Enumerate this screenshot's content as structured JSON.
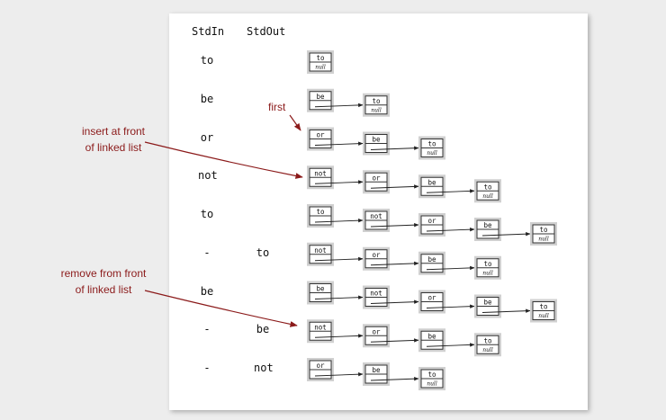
{
  "headers": {
    "stdin": "StdIn",
    "stdout": "StdOut"
  },
  "annotations": {
    "insert": [
      "insert at front",
      "of linked list"
    ],
    "remove": [
      "remove from front",
      "of linked list"
    ],
    "first": "first"
  },
  "null_label": "null",
  "steps": [
    {
      "stdin": "to",
      "stdout": "",
      "list": [
        "to"
      ]
    },
    {
      "stdin": "be",
      "stdout": "",
      "list": [
        "be",
        "to"
      ]
    },
    {
      "stdin": "or",
      "stdout": "",
      "list": [
        "or",
        "be",
        "to"
      ]
    },
    {
      "stdin": "not",
      "stdout": "",
      "list": [
        "not",
        "or",
        "be",
        "to"
      ]
    },
    {
      "stdin": "to",
      "stdout": "",
      "list": [
        "to",
        "not",
        "or",
        "be",
        "to"
      ]
    },
    {
      "stdin": "-",
      "stdout": "to",
      "list": [
        "not",
        "or",
        "be",
        "to"
      ]
    },
    {
      "stdin": "be",
      "stdout": "",
      "list": [
        "be",
        "not",
        "or",
        "be",
        "to"
      ]
    },
    {
      "stdin": "-",
      "stdout": "be",
      "list": [
        "not",
        "or",
        "be",
        "to"
      ]
    },
    {
      "stdin": "-",
      "stdout": "not",
      "list": [
        "or",
        "be",
        "to"
      ]
    }
  ],
  "colors": {
    "accent": "#8b1a1a",
    "node_border": "#999999",
    "panel": "#ffffff",
    "background": "#ededed"
  }
}
